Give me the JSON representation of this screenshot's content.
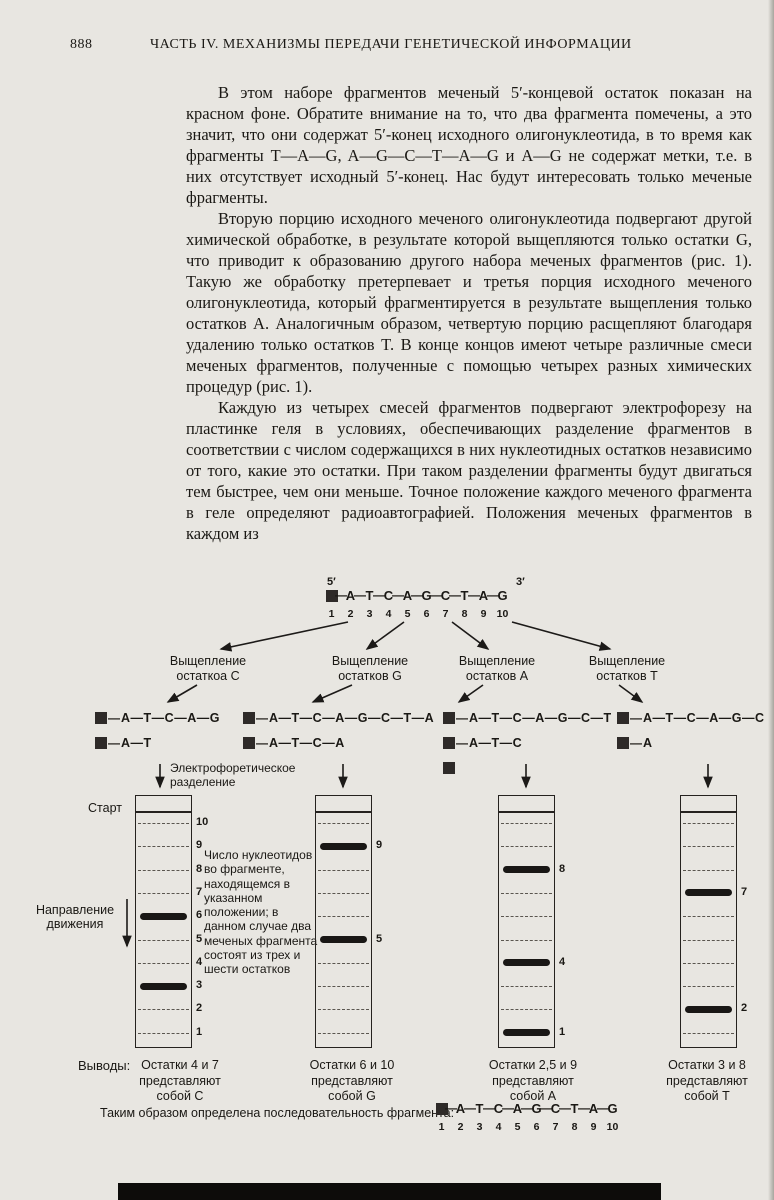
{
  "page": {
    "number": "888",
    "running_head": "ЧАСТЬ IV. МЕХАНИЗМЫ ПЕРЕДАЧИ ГЕНЕТИЧЕСКОЙ ИНФОРМАЦИИ",
    "paragraphs": [
      "В этом наборе фрагментов меченый 5′-концевой остаток показан на красном фоне. Обратите внимание на то, что два фрагмента помечены, а это значит, что они содержат 5′-конец исходного олигонуклеотида, в то время как фрагменты T—A—G, A—G—C—T—A—G и A—G не содержат метки, т.е. в них отсутствует исходный 5′-конец. Нас будут интересовать только меченые фрагменты.",
      "Вторую порцию исходного меченого олигонуклеотида подвергают другой химической обработке, в результате которой выщепляются только остатки G, что приводит к образованию другого набора меченых фрагментов (рис. 1). Такую же обработку претерпевает и третья порция исходного меченого олигонуклеотида, который фрагментируется в результате выщепления только остатков A. Аналогичным образом, четвертую порцию расщепляют благодаря удалению только остатков T. В конце концов имеют четыре различные смеси меченых фрагментов, полученные с помощью четырех разных химических процедур (рис. 1).",
      "Каждую из четырех смесей фрагментов подвергают электрофорезу на пластинке геля в условиях, обеспечивающих разделение фрагментов в соответствии с числом содержащихся в них нуклеотидных остатков независимо от того, какие это остатки. При таком разделении фрагменты будут двигаться тем быстрее, чем они меньше. Точное положение каждого меченого фрагмента в геле определяют радиоавтографией. Положения меченых фрагментов в каждом из"
    ]
  },
  "figure": {
    "label_box_color": "#2e2a28",
    "top_sequence": {
      "five_prime": "5′",
      "three_prime": "3′",
      "residues": [
        "A",
        "T",
        "C",
        "A",
        "G",
        "C",
        "T",
        "A",
        "G"
      ],
      "numbers": [
        "1",
        "2",
        "3",
        "4",
        "5",
        "6",
        "7",
        "8",
        "9",
        "10"
      ]
    },
    "branches": [
      {
        "label": "Выщепление\nостаткоа C",
        "fragments": [
          "A—T—C—A—G",
          "A—T"
        ]
      },
      {
        "label": "Выщепление\nостатков G",
        "fragments": [
          "A—T—C—A—G—C—T—A",
          "A—T—C—A"
        ]
      },
      {
        "label": "Выщепление\nостатков A",
        "fragments": [
          "A—T—C—A—G—C—T",
          "A—T—C",
          ""
        ]
      },
      {
        "label": "Выщепление\nостатков T",
        "fragments": [
          "A—T—C—A—G—C",
          "A"
        ]
      }
    ],
    "electrophoresis_label": "Электрофоретическое\nразделение",
    "start_label": "Старт",
    "direction_label": "Направление\nдвижения",
    "note": "Число нуклеотидов во фрагменте, находящемся в указанном положении; в данном случае два меченых фрагмента состоят из трех и шести остатков",
    "lanes": [
      {
        "bands": [
          6,
          3
        ],
        "numbered_ticks": [
          10,
          9,
          8,
          7,
          6,
          5,
          4,
          3,
          2,
          1
        ],
        "conclusion": "Остатки 4 и 7\nпредставляют\nсобой C"
      },
      {
        "bands": [
          9,
          5
        ],
        "numbered_ticks": [
          9,
          5
        ],
        "conclusion": "Остатки 6 и 10\nпредставляют\nсобой G"
      },
      {
        "bands": [
          8,
          4,
          1
        ],
        "numbered_ticks": [
          8,
          4,
          1
        ],
        "conclusion": "Остатки 2,5 и 9\nпредставляют\nсобой A"
      },
      {
        "bands": [
          7,
          2
        ],
        "numbered_ticks": [
          7,
          2
        ],
        "conclusion": "Остатки 3 и 8\nпредставляют\nсобой T"
      }
    ],
    "conclusions_label": "Выводы:",
    "result_label": "Таким образом определена последовательность фрагмента:",
    "result_sequence": {
      "residues": [
        "A",
        "T",
        "C",
        "A",
        "G",
        "C",
        "T",
        "A",
        "G"
      ],
      "numbers": [
        "1",
        "2",
        "3",
        "4",
        "5",
        "6",
        "7",
        "8",
        "9",
        "10"
      ]
    }
  }
}
